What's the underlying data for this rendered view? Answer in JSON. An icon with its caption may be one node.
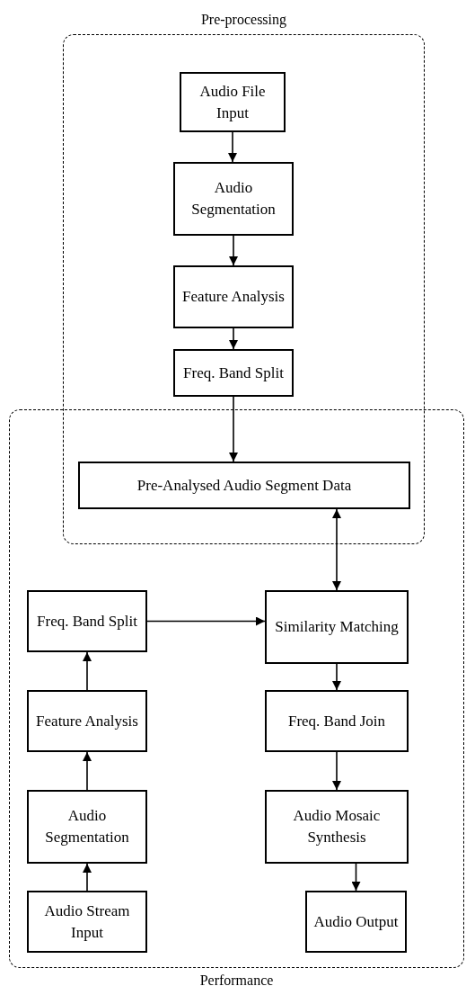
{
  "diagram": {
    "nodes": [
      {
        "text": [
          "Pre-processing"
        ]
      },
      {
        "text": [
          "Audio File Input"
        ],
        "in": 0
      },
      {
        "text": [
          "Audio Segmentation"
        ],
        "in": 0
      },
      {
        "text": [
          "Feature Analysis"
        ],
        "in": 0
      },
      {
        "text": [
          "Freq. Band Split"
        ],
        "in": 0
      },
      {
        "text": [
          "Performance"
        ]
      },
      {
        "text": [
          "Pre-Analysed Audio Segment Data"
        ]
      },
      {
        "text": [
          "Freq. Band Split"
        ],
        "in": 5
      },
      {
        "text": [
          "Similarity Matching"
        ],
        "in": 5
      },
      {
        "text": [
          "Feature Analysis"
        ],
        "in": 5
      },
      {
        "text": [
          "Freq. Band Join"
        ],
        "in": 5
      },
      {
        "text": [
          "Audio Segmentation"
        ],
        "in": 5
      },
      {
        "text": [
          "Audio Mosaic Synthesis"
        ],
        "in": 5
      },
      {
        "text": [
          "Audio Stream Input"
        ],
        "in": 5
      },
      {
        "text": [
          "Audio Output"
        ],
        "in": 5
      }
    ],
    "edges": [
      {
        "from": 1,
        "to": 2,
        "arrow": "to"
      },
      {
        "from": 2,
        "to": 3,
        "arrow": "to"
      },
      {
        "from": 3,
        "to": 4,
        "arrow": "to"
      },
      {
        "from": 4,
        "to": 6,
        "arrow": "to"
      },
      {
        "from": 6,
        "to": 8,
        "arrow": "both"
      },
      {
        "from": 13,
        "to": 11,
        "arrow": "to"
      },
      {
        "from": 11,
        "to": 9,
        "arrow": "to"
      },
      {
        "from": 9,
        "to": 7,
        "arrow": "to"
      },
      {
        "from": 7,
        "to": 8,
        "arrow": "to"
      },
      {
        "from": 8,
        "to": 10,
        "arrow": "to"
      },
      {
        "from": 10,
        "to": 12,
        "arrow": "to"
      },
      {
        "from": 12,
        "to": 14,
        "arrow": "to"
      }
    ]
  }
}
